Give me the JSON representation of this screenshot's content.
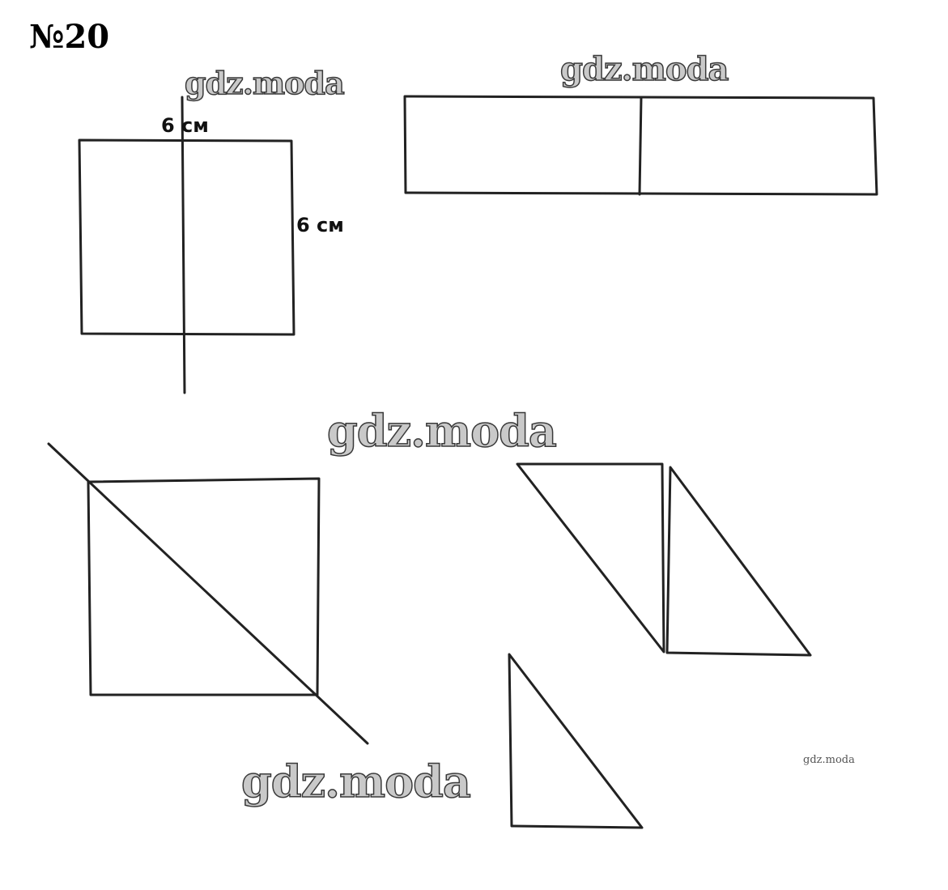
{
  "title": "№20",
  "labels": {
    "square_top": "6 см",
    "square_side": "6 см"
  },
  "watermarks": {
    "wm1": "gdz.moda",
    "wm2": "gdz.moda",
    "wm3": "gdz.moda",
    "wm4": "gdz.moda",
    "wm_small": "gdz.moda"
  },
  "colors": {
    "line": "#222222",
    "background": "#ffffff"
  }
}
